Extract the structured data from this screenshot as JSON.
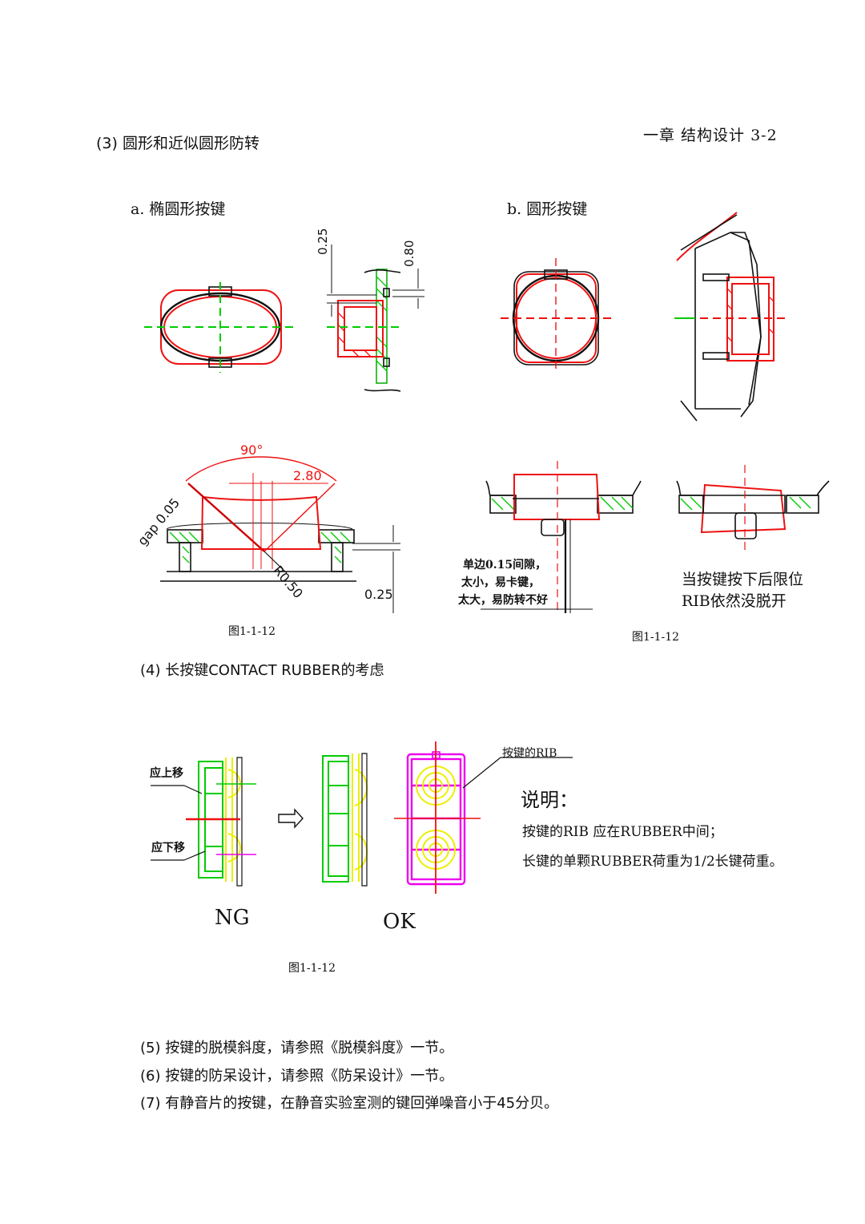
{
  "header": {
    "section3_title": "(3)  圆形和近似圆形防转",
    "chapter_ref": "一章  结构设计 3-2"
  },
  "figure_a": {
    "label": "a.  椭圆形按键",
    "dim_025": "0.25",
    "dim_080": "0.80"
  },
  "figure_b": {
    "label": "b.  圆形按键"
  },
  "figure_c": {
    "angle": "90°",
    "dim_280": "2.80",
    "gap": "gap 0.05",
    "radius": "R0.50",
    "dim_025b": "0.25",
    "caption": "图1-1-12"
  },
  "figure_d": {
    "note_lines": [
      "单边0.15间隙，",
      "太小，易卡键，",
      "太大，易防转不好"
    ],
    "limit_lines": [
      "当按键按下后限位",
      "RIB依然没脱开"
    ],
    "caption": "图1-1-12"
  },
  "section4": {
    "title": "(4)  长按键CONTACT RUBBER的考虑",
    "move_up": "应上移",
    "move_down": "应下移",
    "ng": "NG",
    "ok": "OK",
    "rib_label": "按键的RIB",
    "explain_title": "说明：",
    "explain_lines": [
      "按键的RIB 应在RUBBER中间；",
      "长键的单颗RUBBER荷重为1/2长键荷重。"
    ],
    "caption": "图1-1-12"
  },
  "footer_notes": [
    "(5)  按键的脱模斜度，请参照《脱模斜度》一节。",
    "(6)  按键的防呆设计，请参照《防呆设计》一节。",
    "(7)  有静音片的按键，在静音实验室测的键回弹噪音小于45分贝。"
  ],
  "colors": {
    "red": "#e11111",
    "green": "#00cc00",
    "magenta": "#ee00ee",
    "yellow": "#eeee00"
  }
}
